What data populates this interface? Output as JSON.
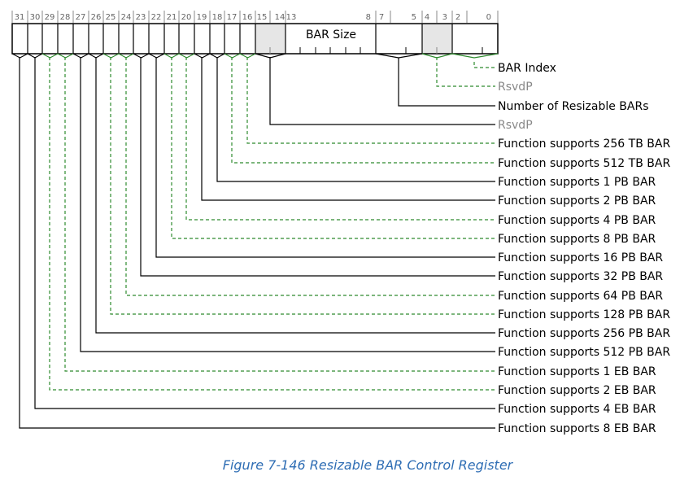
{
  "bit_labels": [
    "31",
    "30",
    "29",
    "28",
    "27",
    "26",
    "25",
    "24",
    "23",
    "22",
    "21",
    "20",
    "19",
    "18",
    "17",
    "16",
    "15",
    "14",
    "13",
    "8",
    "7",
    "5",
    "4",
    "3",
    "2",
    "0"
  ],
  "field_label": "BAR Size",
  "fields": [
    {
      "name": "BAR Index",
      "style": "green-dashed",
      "color": "#000000"
    },
    {
      "name": "RsvdP",
      "style": "green-dashed",
      "color": "#888888"
    },
    {
      "name": "Number of Resizable BARs",
      "style": "black",
      "color": "#000000"
    },
    {
      "name": "RsvdP",
      "style": "black",
      "color": "#888888"
    },
    {
      "name": "Function supports 256 TB BAR",
      "style": "green-dashed",
      "color": "#000000"
    },
    {
      "name": "Function supports 512 TB BAR",
      "style": "green-dashed",
      "color": "#000000"
    },
    {
      "name": "Function supports 1 PB BAR",
      "style": "black",
      "color": "#000000"
    },
    {
      "name": "Function supports 2 PB BAR",
      "style": "black",
      "color": "#000000"
    },
    {
      "name": "Function supports 4 PB BAR",
      "style": "green-dashed",
      "color": "#000000"
    },
    {
      "name": "Function supports 8 PB BAR",
      "style": "green-dashed",
      "color": "#000000"
    },
    {
      "name": "Function supports 16 PB BAR",
      "style": "black",
      "color": "#000000"
    },
    {
      "name": "Function supports 32 PB BAR",
      "style": "black",
      "color": "#000000"
    },
    {
      "name": "Function supports 64 PB BAR",
      "style": "green-dashed",
      "color": "#000000"
    },
    {
      "name": "Function supports 128 PB BAR",
      "style": "green-dashed",
      "color": "#000000"
    },
    {
      "name": "Function supports 256 PB BAR",
      "style": "black",
      "color": "#000000"
    },
    {
      "name": "Function supports 512 PB BAR",
      "style": "black",
      "color": "#000000"
    },
    {
      "name": "Function supports 1 EB BAR",
      "style": "green-dashed",
      "color": "#000000"
    },
    {
      "name": "Function supports 2 EB BAR",
      "style": "green-dashed",
      "color": "#000000"
    },
    {
      "name": "Function supports 4 EB BAR",
      "style": "black",
      "color": "#000000"
    },
    {
      "name": "Function supports 8 EB BAR",
      "style": "black",
      "color": "#000000"
    }
  ],
  "colors": {
    "green": "#2e8b2e",
    "black": "#000000",
    "reserved": "#e6e6e6",
    "caption": "#2e6db4"
  },
  "caption": "Figure  7-146  Resizable BAR Control Register"
}
